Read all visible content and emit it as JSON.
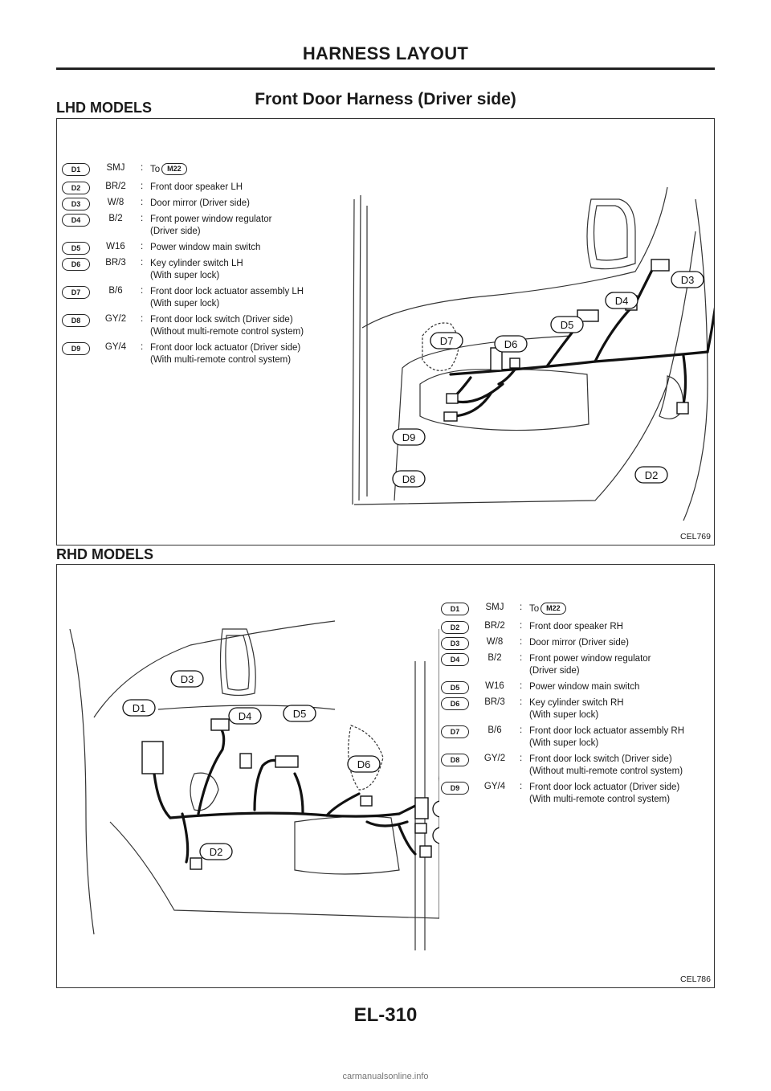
{
  "header": "HARNESS LAYOUT",
  "section_title": "Front Door Harness (Driver side)",
  "lhd": {
    "title": "LHD MODELS",
    "fig_code": "CEL769",
    "legend": [
      {
        "pin": "D1",
        "code": "SMJ",
        "desc": "To",
        "ref": "M22"
      },
      {
        "pin": "D2",
        "code": "BR/2",
        "desc": "Front door speaker LH"
      },
      {
        "pin": "D3",
        "code": "W/8",
        "desc": "Door mirror (Driver side)"
      },
      {
        "pin": "D4",
        "code": "B/2",
        "desc": "Front power window regulator",
        "desc2": "(Driver side)"
      },
      {
        "pin": "D5",
        "code": "W16",
        "desc": "Power window main switch"
      },
      {
        "pin": "D6",
        "code": "BR/3",
        "desc": "Key cylinder switch LH",
        "desc2": "(With super lock)"
      },
      {
        "pin": "D7",
        "code": "B/6",
        "desc": "Front door lock actuator assembly LH",
        "desc2": "(With super lock)"
      },
      {
        "pin": "D8",
        "code": "GY/2",
        "desc": "Front door lock switch (Driver side)",
        "desc2": "(Without multi-remote control system)"
      },
      {
        "pin": "D9",
        "code": "GY/4",
        "desc": "Front door lock actuator (Driver side)",
        "desc2": "(With multi-remote control system)"
      }
    ]
  },
  "rhd": {
    "title": "RHD MODELS",
    "fig_code": "CEL786",
    "legend": [
      {
        "pin": "D1",
        "code": "SMJ",
        "desc": "To",
        "ref": "M22"
      },
      {
        "pin": "D2",
        "code": "BR/2",
        "desc": "Front door speaker RH"
      },
      {
        "pin": "D3",
        "code": "W/8",
        "desc": "Door mirror (Driver side)"
      },
      {
        "pin": "D4",
        "code": "B/2",
        "desc": "Front power window regulator",
        "desc2": "(Driver side)"
      },
      {
        "pin": "D5",
        "code": "W16",
        "desc": "Power window main switch"
      },
      {
        "pin": "D6",
        "code": "BR/3",
        "desc": "Key cylinder switch RH",
        "desc2": "(With super lock)"
      },
      {
        "pin": "D7",
        "code": "B/6",
        "desc": "Front door lock actuator assembly RH",
        "desc2": "(With super lock)"
      },
      {
        "pin": "D8",
        "code": "GY/2",
        "desc": "Front door lock switch (Driver side)",
        "desc2": "(Without multi-remote control system)"
      },
      {
        "pin": "D9",
        "code": "GY/4",
        "desc": "Front door lock actuator (Driver side)",
        "desc2": "(With multi-remote control system)"
      }
    ]
  },
  "diagram_labels": [
    "D1",
    "D2",
    "D3",
    "D4",
    "D5",
    "D6",
    "D7",
    "D8",
    "D9"
  ],
  "footer": "EL-310",
  "site": "carmanualsonline.info"
}
